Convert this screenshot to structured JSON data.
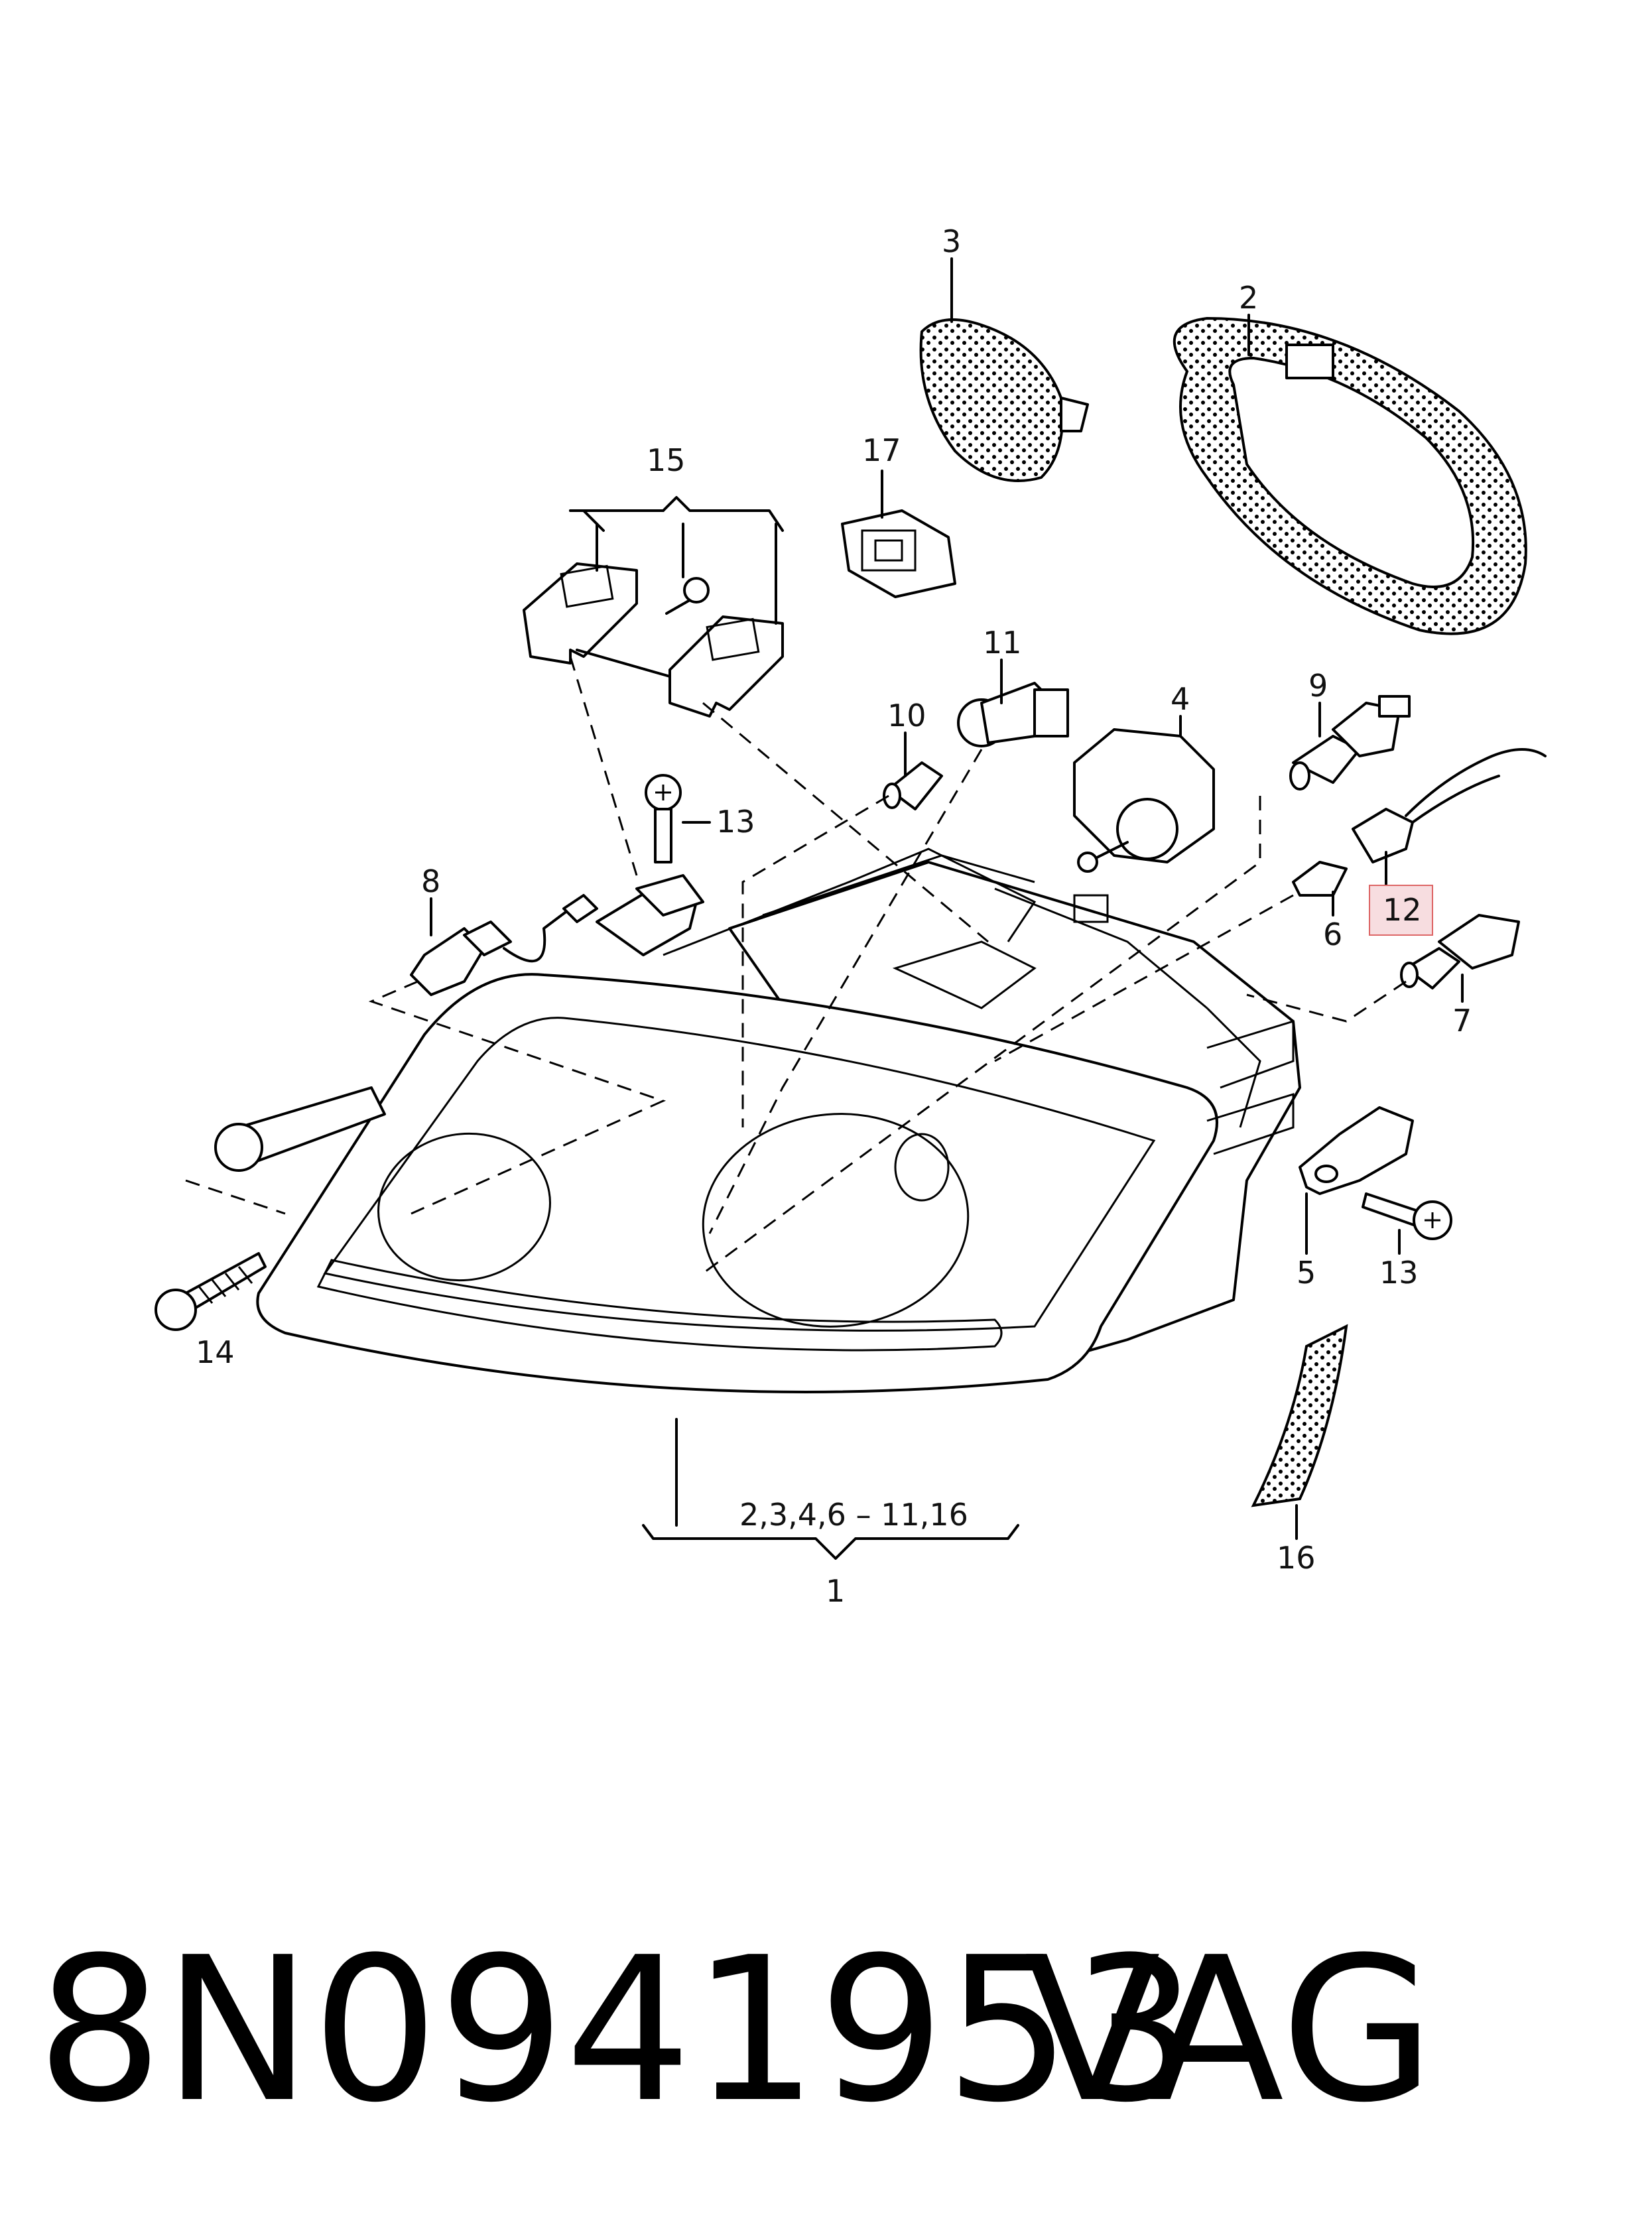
{
  "diagram": {
    "callouts": {
      "c1": "1",
      "c2": "2",
      "c3": "3",
      "c4": "4",
      "c5": "5",
      "c6": "6",
      "c7": "7",
      "c8": "8",
      "c9": "9",
      "c10": "10",
      "c11": "11",
      "c12": "12",
      "c13a": "13",
      "c13b": "13",
      "c14": "14",
      "c15": "15",
      "c16": "16",
      "c17": "17",
      "c1_group": "2,3,4,6 – 11,16"
    },
    "highlighted_callout": "12",
    "highlight_color": "#f7dde0"
  },
  "footer": {
    "part_number": "8N0941953",
    "brand": "VAG"
  }
}
